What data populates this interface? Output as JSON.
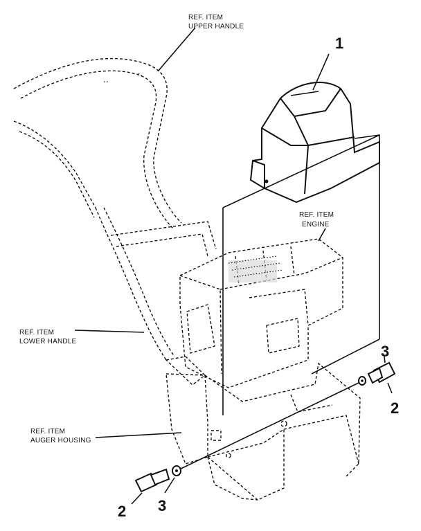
{
  "callouts": {
    "upper_handle": [
      "REF. ITEM",
      "UPPER HANDLE"
    ],
    "engine": [
      "REF. ITEM",
      "ENGINE"
    ],
    "lower_handle": [
      "REF. ITEM",
      "LOWER HANDLE"
    ],
    "auger_housing": [
      "REF. ITEM",
      "AUGER HOUSING"
    ]
  },
  "part_numbers": {
    "shroud": "1",
    "bolt_right": "2",
    "washer_right": "3",
    "bolt_left": "2",
    "washer_left": "3"
  }
}
